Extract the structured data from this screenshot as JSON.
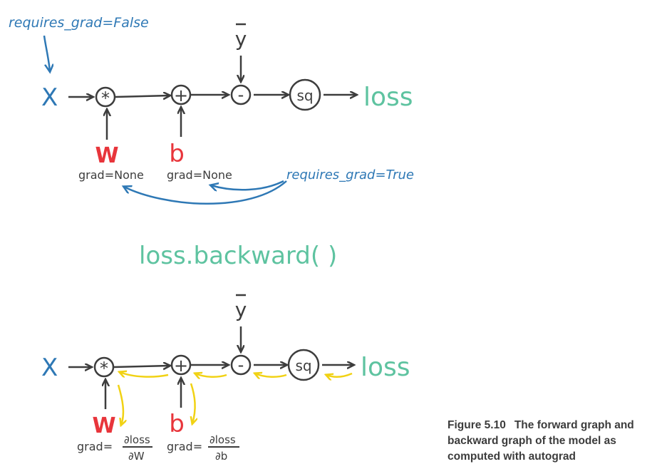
{
  "colors": {
    "dark": "#3d3d3d",
    "blue": "#2e78b5",
    "teal": "#5ec3a0",
    "red": "#e8353b",
    "yellow": "#f1d214"
  },
  "forward_graph": {
    "input": "X",
    "annotation_input": "requires_grad=False",
    "op_mul": "*",
    "op_add": "+",
    "op_sub": "-",
    "op_sq": "sq",
    "target": "y",
    "output": "loss",
    "param_w": "W",
    "param_b": "b",
    "grad_w": "grad=None",
    "grad_b": "grad=None",
    "annotation_params": "requires_grad=True"
  },
  "call": "loss.backward( )",
  "backward_graph": {
    "input": "X",
    "op_mul": "*",
    "op_add": "+",
    "op_sub": "-",
    "op_sq": "sq",
    "target": "y",
    "output": "loss",
    "param_w": "W",
    "param_b": "b",
    "grad_w_prefix": "grad=",
    "grad_w_num": "∂loss",
    "grad_w_den": "∂W",
    "grad_b_prefix": "grad=",
    "grad_b_num": "∂loss",
    "grad_b_den": "∂b"
  },
  "caption": {
    "label": "Figure 5.10",
    "text": "The forward graph and backward graph of the model as computed with autograd"
  }
}
